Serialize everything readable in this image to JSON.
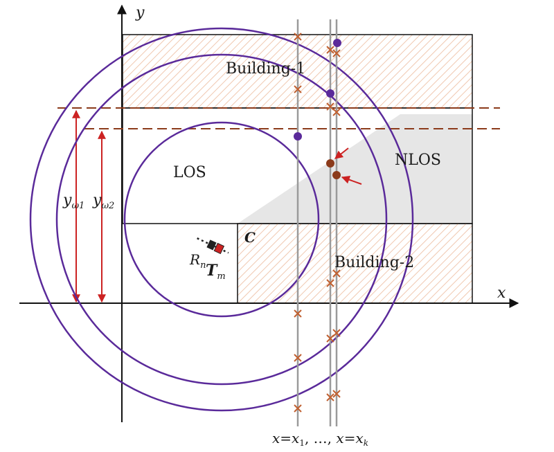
{
  "axes": {
    "x_label": "x",
    "y_label": "y"
  },
  "regions": {
    "building_1": "Building-1",
    "building_2": "Building-2",
    "los": "LOS",
    "nlos": "NLOS",
    "corner": "C"
  },
  "heights": {
    "y1": {
      "base": "y",
      "sub": "ω1"
    },
    "y2": {
      "base": "y",
      "sub": "ω2"
    }
  },
  "sensor": {
    "r_base": "R",
    "r_sub": "n",
    "t_base": "T",
    "t_sub": "m"
  },
  "scan_lines": {
    "first": {
      "lhs": "x",
      "eq": "=",
      "rhs": "x",
      "sub": "1"
    },
    "sep": ", …, ",
    "last": {
      "lhs": "x",
      "eq": "=",
      "rhs": "x",
      "sub": "k"
    }
  },
  "colors": {
    "circle": "#5a2a9a",
    "building_edge": "#111111",
    "hatch": "#f0c8b0",
    "nlos_fill": "#e6e6e6",
    "dashed_line": "#8b3a1a",
    "arrow": "#cc2222",
    "cross": "#c06030",
    "scan_line": "#9a9a9a",
    "los_point": "#5a2a9a",
    "nlos_point": "#8b3a1a"
  }
}
